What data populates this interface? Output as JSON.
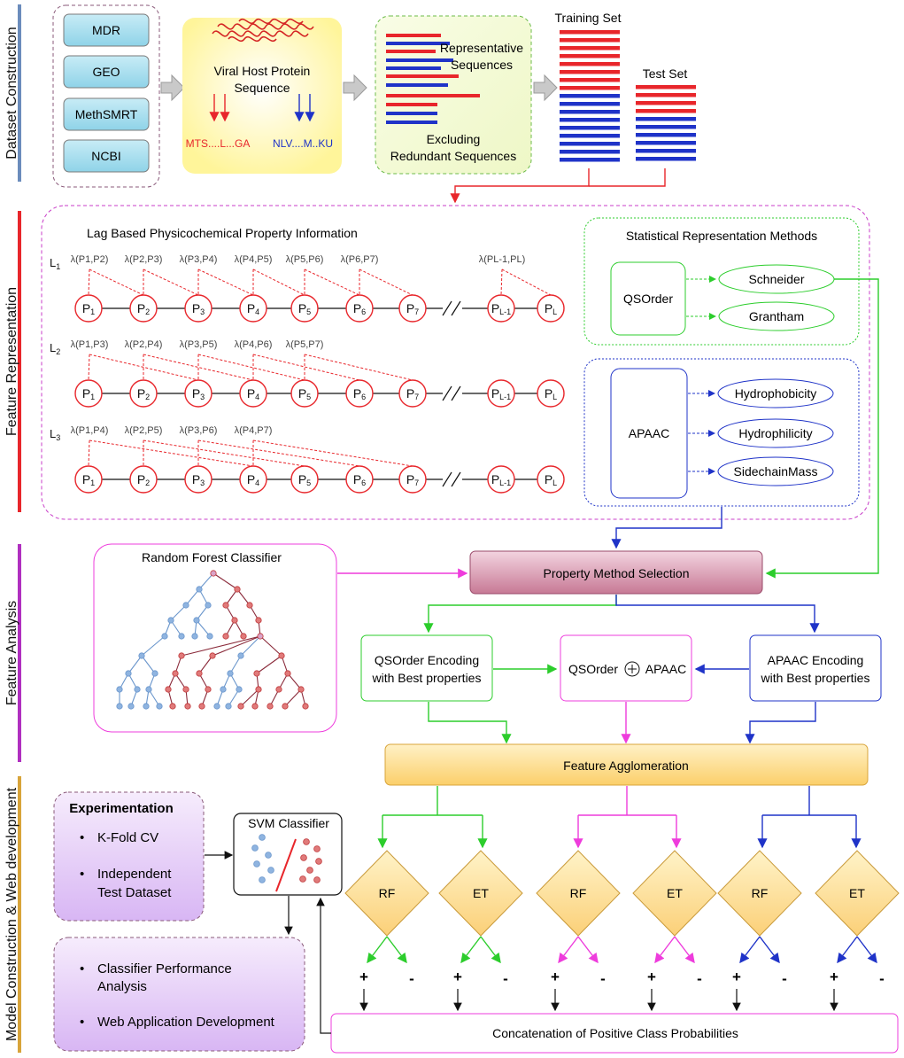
{
  "side_labels": {
    "dataset": "Dataset Construction",
    "feature_rep": "Feature Representation",
    "feature_ana": "Feature Analysis",
    "model": "Model Construction & Web development"
  },
  "sources": [
    "MDR",
    "GEO",
    "MethSMRT",
    "NCBI"
  ],
  "protein": {
    "title_line1": "Viral Host Protein",
    "title_line2": "Sequence",
    "seq_red": "MTS....L...GA",
    "seq_blue": "NLV....M..KU"
  },
  "redundancy": {
    "representative_line1": "Representative",
    "representative_line2": "Sequences",
    "excluding_line1": "Excluding",
    "excluding_line2": "Redundant Sequences"
  },
  "sets": {
    "training": "Training Set",
    "test": "Test Set"
  },
  "lag": {
    "title": "Lag Based Physicochemical Property Information",
    "row_labels": [
      "L",
      "L",
      "L"
    ],
    "row_subs": [
      "1",
      "2",
      "3"
    ],
    "nodes": [
      {
        "b": "P",
        "s": "1"
      },
      {
        "b": "P",
        "s": "2"
      },
      {
        "b": "P",
        "s": "3"
      },
      {
        "b": "P",
        "s": "4"
      },
      {
        "b": "P",
        "s": "5"
      },
      {
        "b": "P",
        "s": "6"
      },
      {
        "b": "P",
        "s": "7"
      },
      {
        "b": "P",
        "s": "L-1"
      },
      {
        "b": "P",
        "s": "L"
      }
    ],
    "lambdas": [
      [
        "λ(P1,P2)",
        "λ(P2,P3)",
        "λ(P3,P4)",
        "λ(P4,P5)",
        "λ(P5,P6)",
        "λ(P6,P7)",
        "λ(PL-1,PL)"
      ],
      [
        "λ(P1,P3)",
        "λ(P2,P4)",
        "λ(P3,P5)",
        "λ(P4,P6)",
        "λ(P5,P7)"
      ],
      [
        "λ(P1,P4)",
        "λ(P2,P5)",
        "λ(P3,P6)",
        "λ(P4,P7)"
      ]
    ]
  },
  "statistical": {
    "title": "Statistical Representation Methods",
    "qsorder": "QSOrder",
    "schneider": "Schneider",
    "grantham": "Grantham"
  },
  "apaac": {
    "label": "APAAC",
    "props": [
      "Hydrophobicity",
      "Hydrophilicity",
      "SidechainMass"
    ]
  },
  "random_forest": "Random Forest Classifier",
  "property_selection": "Property Method Selection",
  "encodings": {
    "qs_line1": "QSOrder Encoding",
    "qs_line2": "with Best properties",
    "combo_left": "QSOrder",
    "combo_right": "APAAC",
    "ap_line1": "APAAC Encoding",
    "ap_line2": "with Best properties"
  },
  "feature_agglomeration": "Feature Agglomeration",
  "experimentation": {
    "title": "Experimentation",
    "items": [
      "K-Fold CV",
      "Independent",
      "Test Dataset"
    ]
  },
  "svm": "SVM Classifier",
  "analysis": {
    "item1_line1": "Classifier Performance",
    "item1_line2": "Analysis",
    "item2": "Web Application Development"
  },
  "classifiers": [
    "RF",
    "ET",
    "RF",
    "ET",
    "RF",
    "ET"
  ],
  "signs": {
    "plus": "+",
    "minus": "-"
  },
  "concatenation": "Concatenation of Positive Class Probabilities",
  "colors": {
    "red": "#e8262b",
    "blue": "#1f33c8",
    "green": "#2ccd2c",
    "magenta": "#ee3cdc",
    "purple_dash": "#8a5a7a",
    "yellow": "#fbd57a",
    "mauve": "#c9708f",
    "rf_blue": "#6a96cc",
    "rf_red": "#c0393b"
  }
}
